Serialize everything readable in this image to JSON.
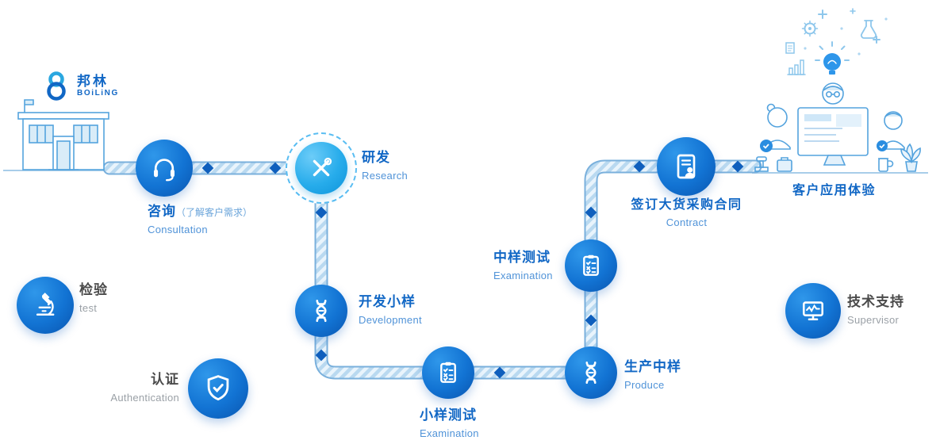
{
  "brand": {
    "cn": "邦林",
    "en": "BOiLiNG"
  },
  "nodes": {
    "consultation": {
      "title": "咨询",
      "note": "（了解客户需求）",
      "en": "Consultation"
    },
    "research": {
      "title": "研发",
      "en": "Research"
    },
    "development": {
      "title": "开发小样",
      "en": "Development"
    },
    "sample_test": {
      "title": "小样测试",
      "en": "Examination"
    },
    "produce": {
      "title": "生产中样",
      "en": "Produce"
    },
    "mid_test": {
      "title": "中样测试",
      "en": "Examination"
    },
    "contract": {
      "title": "签订大货采购合同",
      "en": "Contract"
    },
    "experience": {
      "title": "客户应用体验"
    },
    "inspection": {
      "title": "检验",
      "en": "test"
    },
    "authentication": {
      "title": "认证",
      "en": "Authentication"
    },
    "support": {
      "title": "技术支持",
      "en": "Supervisor"
    }
  },
  "colors": {
    "primary_blue": "#1167c5",
    "accent_blue": "#29a8e0",
    "path_border": "#7ab0dc",
    "diamond_marker": "#0f5fbd",
    "label_dark": "#4a4a4a",
    "label_gray": "#9aa0a6"
  }
}
